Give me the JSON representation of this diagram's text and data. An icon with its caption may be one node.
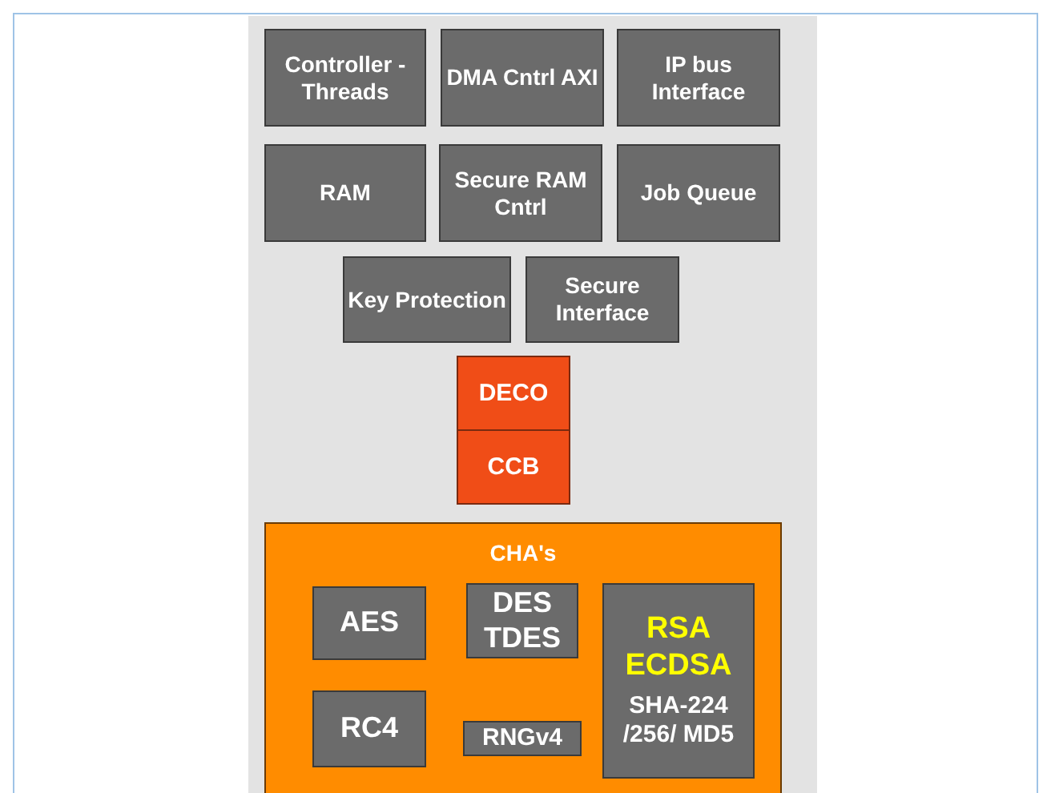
{
  "diagram": {
    "nodes": [
      {
        "text": [
          "Controller - Threads"
        ]
      },
      {
        "text": [
          "DMA Cntrl AXI"
        ]
      },
      {
        "text": [
          "IP bus Interface"
        ]
      },
      {
        "text": [
          "RAM"
        ]
      },
      {
        "text": [
          "Secure RAM Cntrl"
        ]
      },
      {
        "text": [
          "Job Queue"
        ]
      },
      {
        "text": [
          "Key Protection"
        ]
      },
      {
        "text": [
          "Secure Interface"
        ]
      },
      {
        "text": [
          "DECO"
        ]
      },
      {
        "text": [
          "CCB"
        ]
      },
      {
        "text": [
          "CHA's"
        ]
      },
      {
        "text": [
          "AES"
        ],
        "in": 10
      },
      {
        "text": [
          "DES TDES"
        ],
        "in": 10
      },
      {
        "text": [
          "RSA ECDSA",
          "SHA-224 /256/ MD5"
        ],
        "in": 10
      },
      {
        "text": [
          "RC4"
        ],
        "in": 10
      },
      {
        "text": [
          "RNGv4"
        ],
        "in": 10
      }
    ]
  }
}
